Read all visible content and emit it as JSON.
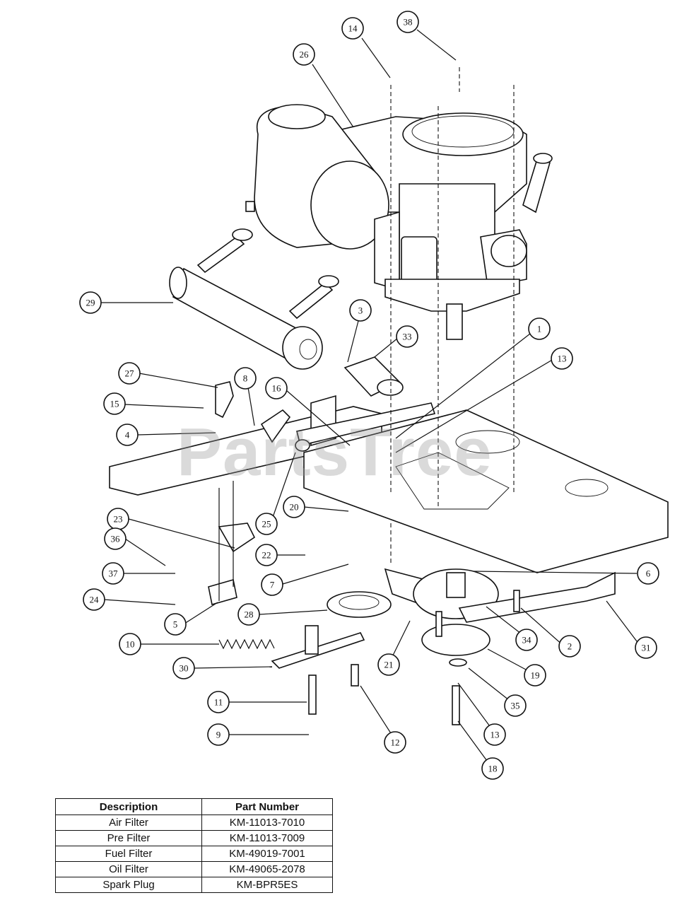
{
  "watermark": "PartsTree",
  "diagram": {
    "callouts": [
      {
        "label": "14"
      },
      {
        "label": "38"
      },
      {
        "label": "26"
      },
      {
        "label": "29"
      },
      {
        "label": "3"
      },
      {
        "label": "33"
      },
      {
        "label": "1"
      },
      {
        "label": "13"
      },
      {
        "label": "27"
      },
      {
        "label": "8"
      },
      {
        "label": "16"
      },
      {
        "label": "15"
      },
      {
        "label": "4"
      },
      {
        "label": "25"
      },
      {
        "label": "20"
      },
      {
        "label": "23"
      },
      {
        "label": "36"
      },
      {
        "label": "22"
      },
      {
        "label": "37"
      },
      {
        "label": "7"
      },
      {
        "label": "6"
      },
      {
        "label": "24"
      },
      {
        "label": "28"
      },
      {
        "label": "5"
      },
      {
        "label": "34"
      },
      {
        "label": "2"
      },
      {
        "label": "31"
      },
      {
        "label": "10"
      },
      {
        "label": "21"
      },
      {
        "label": "19"
      },
      {
        "label": "30"
      },
      {
        "label": "35"
      },
      {
        "label": "11"
      },
      {
        "label": "13"
      },
      {
        "label": "12"
      },
      {
        "label": "9"
      },
      {
        "label": "18"
      }
    ]
  },
  "table": {
    "headers": [
      "Description",
      "Part Number"
    ],
    "rows": [
      [
        "Air Filter",
        "KM-11013-7010"
      ],
      [
        "Pre Filter",
        "KM-11013-7009"
      ],
      [
        "Fuel Filter",
        "KM-49019-7001"
      ],
      [
        "Oil Filter",
        "KM-49065-2078"
      ],
      [
        "Spark Plug",
        "KM-BPR5ES"
      ]
    ]
  }
}
